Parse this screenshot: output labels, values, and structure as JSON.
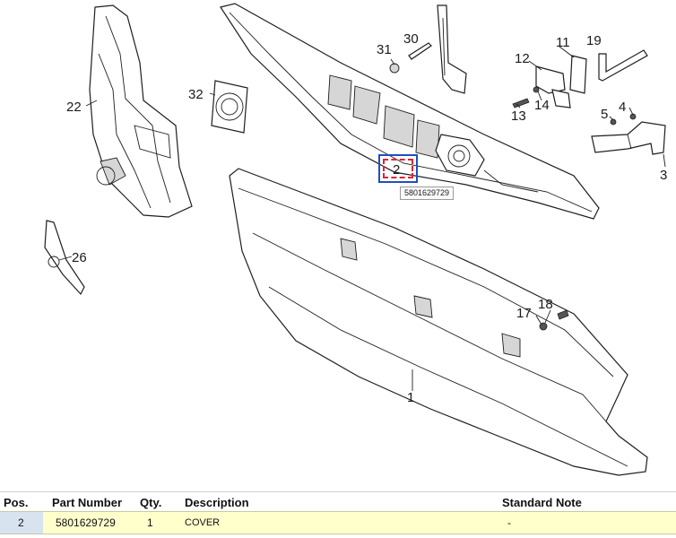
{
  "diagram": {
    "callouts": [
      "22",
      "32",
      "31",
      "30",
      "12",
      "11",
      "19",
      "13",
      "14",
      "5",
      "4",
      "3",
      "2",
      "26",
      "18",
      "17",
      "1"
    ]
  },
  "tooltip": {
    "text": "5801629729"
  },
  "table": {
    "headers": {
      "pos": "Pos.",
      "part_number": "Part Number",
      "qty": "Qty.",
      "description": "Description",
      "standard_note": "Standard Note"
    },
    "rows": [
      {
        "pos": "2",
        "part_number": "5801629729",
        "qty": "1",
        "description": "COVER",
        "standard_note": "-"
      }
    ]
  },
  "colors": {
    "highlight_border": "#1f4fbf",
    "highlight_dashed": "#e0262f",
    "selected_row": "#ffffcc",
    "pos_cell": "#d7e3ef"
  }
}
